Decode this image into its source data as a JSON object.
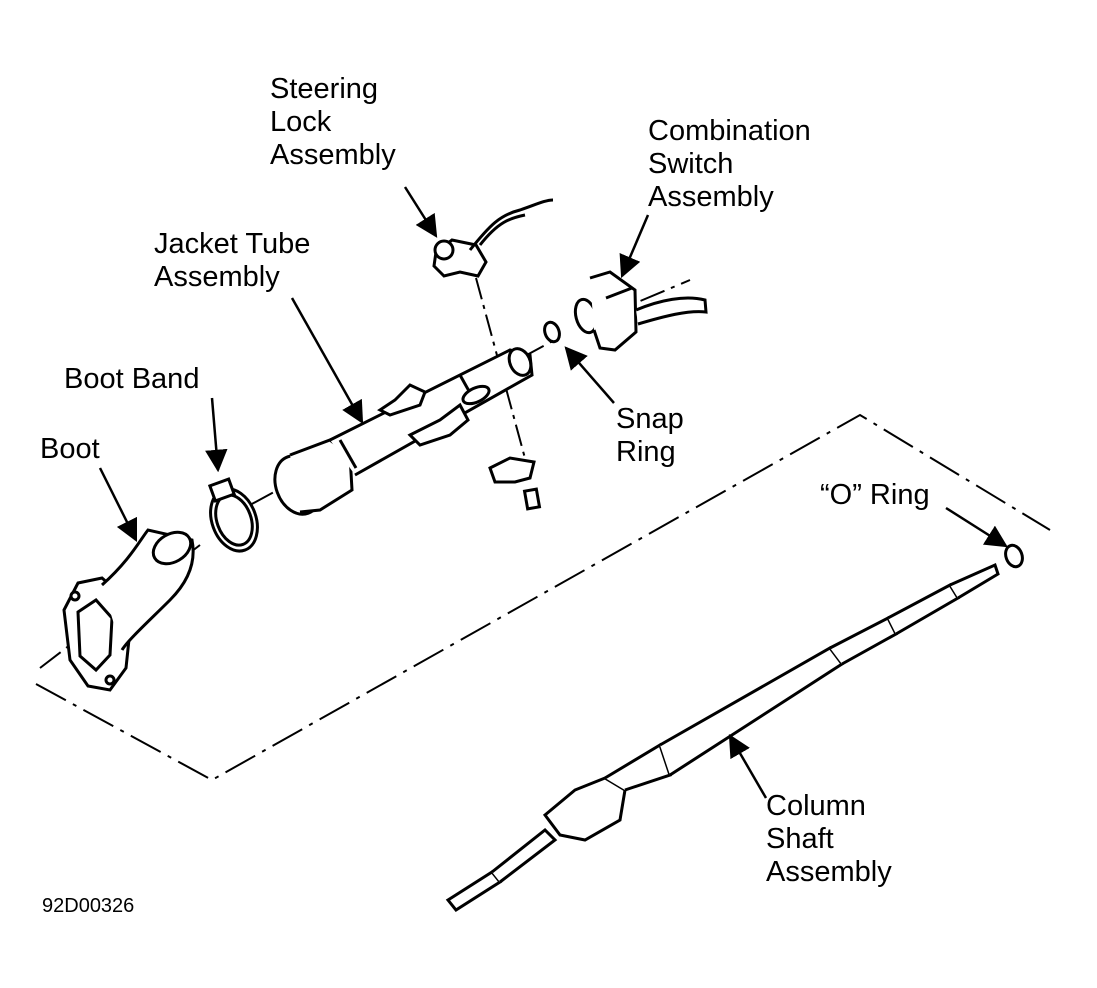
{
  "labels": {
    "steering_lock": [
      "Steering",
      "Lock",
      "Assembly"
    ],
    "combination_switch": [
      "Combination",
      "Switch",
      "Assembly"
    ],
    "jacket_tube": [
      "Jacket Tube",
      "Assembly"
    ],
    "boot_band": "Boot Band",
    "boot": "Boot",
    "snap_ring": [
      "Snap",
      "Ring"
    ],
    "o_ring": "“O” Ring",
    "column_shaft": [
      "Column",
      "Shaft",
      "Assembly"
    ]
  },
  "figure_code": "92D00326",
  "colors": {
    "ink": "#000000",
    "paper": "#ffffff"
  }
}
